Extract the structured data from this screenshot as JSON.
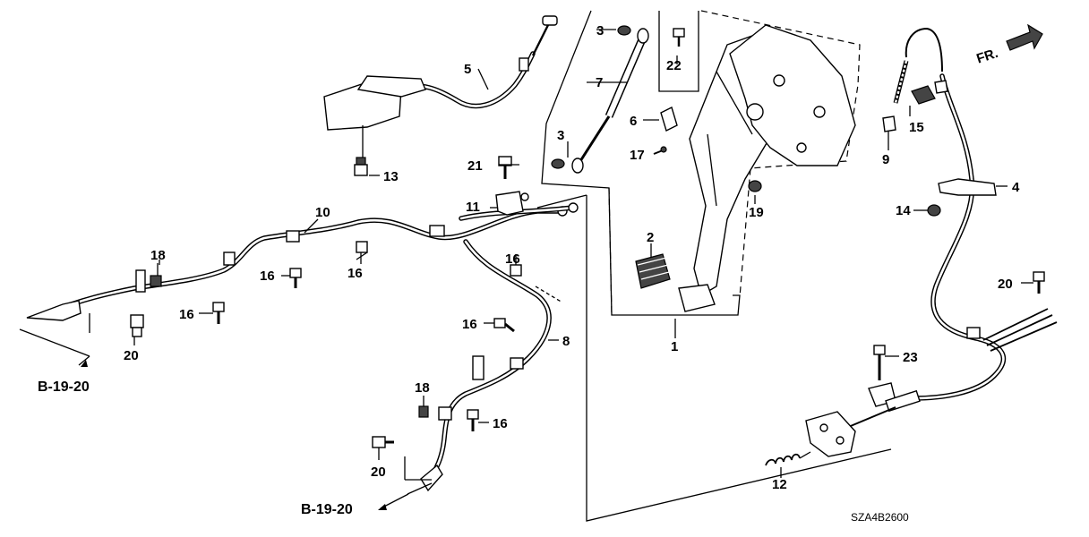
{
  "figure_code": "SZA4B2600",
  "direction_marker": "FR.",
  "references": [
    {
      "id": "ref-left",
      "label": "B-19-20"
    },
    {
      "id": "ref-bottom",
      "label": "B-19-20"
    }
  ],
  "callouts": [
    {
      "id": "c1",
      "label": "1"
    },
    {
      "id": "c2",
      "label": "2"
    },
    {
      "id": "c3a",
      "label": "3"
    },
    {
      "id": "c3b",
      "label": "3"
    },
    {
      "id": "c4",
      "label": "4"
    },
    {
      "id": "c5",
      "label": "5"
    },
    {
      "id": "c6",
      "label": "6"
    },
    {
      "id": "c7",
      "label": "7"
    },
    {
      "id": "c8",
      "label": "8"
    },
    {
      "id": "c9",
      "label": "9"
    },
    {
      "id": "c10",
      "label": "10"
    },
    {
      "id": "c11",
      "label": "11"
    },
    {
      "id": "c12",
      "label": "12"
    },
    {
      "id": "c13",
      "label": "13"
    },
    {
      "id": "c14",
      "label": "14"
    },
    {
      "id": "c15",
      "label": "15"
    },
    {
      "id": "c16a",
      "label": "16"
    },
    {
      "id": "c16b",
      "label": "16"
    },
    {
      "id": "c16c",
      "label": "16"
    },
    {
      "id": "c16d",
      "label": "16"
    },
    {
      "id": "c16e",
      "label": "16"
    },
    {
      "id": "c16f",
      "label": "16"
    },
    {
      "id": "c17",
      "label": "17"
    },
    {
      "id": "c18a",
      "label": "18"
    },
    {
      "id": "c18b",
      "label": "18"
    },
    {
      "id": "c19",
      "label": "19"
    },
    {
      "id": "c20a",
      "label": "20"
    },
    {
      "id": "c20b",
      "label": "20"
    },
    {
      "id": "c20c",
      "label": "20"
    },
    {
      "id": "c21",
      "label": "21"
    },
    {
      "id": "c22",
      "label": "22"
    },
    {
      "id": "c23",
      "label": "23"
    }
  ]
}
